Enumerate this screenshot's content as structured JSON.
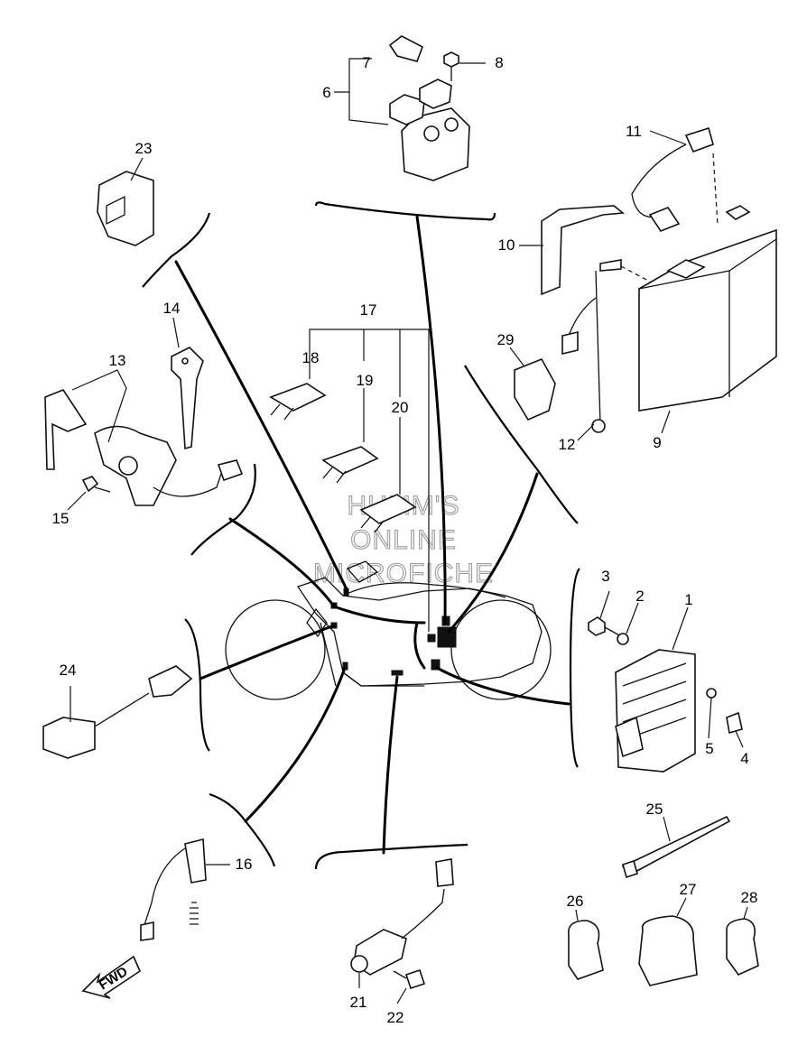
{
  "diagram": {
    "callouts": [
      {
        "id": "c1",
        "label": "1"
      },
      {
        "id": "c2",
        "label": "2"
      },
      {
        "id": "c3",
        "label": "3"
      },
      {
        "id": "c4",
        "label": "4"
      },
      {
        "id": "c5",
        "label": "5"
      },
      {
        "id": "c6",
        "label": "6"
      },
      {
        "id": "c7",
        "label": "7"
      },
      {
        "id": "c8",
        "label": "8"
      },
      {
        "id": "c9",
        "label": "9"
      },
      {
        "id": "c10",
        "label": "10"
      },
      {
        "id": "c11",
        "label": "11"
      },
      {
        "id": "c12",
        "label": "12"
      },
      {
        "id": "c13",
        "label": "13"
      },
      {
        "id": "c14",
        "label": "14"
      },
      {
        "id": "c15",
        "label": "15"
      },
      {
        "id": "c16",
        "label": "16"
      },
      {
        "id": "c17",
        "label": "17"
      },
      {
        "id": "c18",
        "label": "18"
      },
      {
        "id": "c19",
        "label": "19"
      },
      {
        "id": "c20",
        "label": "20"
      },
      {
        "id": "c21",
        "label": "21"
      },
      {
        "id": "c22",
        "label": "22"
      },
      {
        "id": "c23",
        "label": "23"
      },
      {
        "id": "c24",
        "label": "24"
      },
      {
        "id": "c25",
        "label": "25"
      },
      {
        "id": "c26",
        "label": "26"
      },
      {
        "id": "c27",
        "label": "27"
      },
      {
        "id": "c28",
        "label": "28"
      },
      {
        "id": "c29",
        "label": "29"
      }
    ],
    "watermark": [
      "HUMM'S",
      "ONLINE",
      "MICROFICHE"
    ],
    "direction_label": "FWD"
  }
}
